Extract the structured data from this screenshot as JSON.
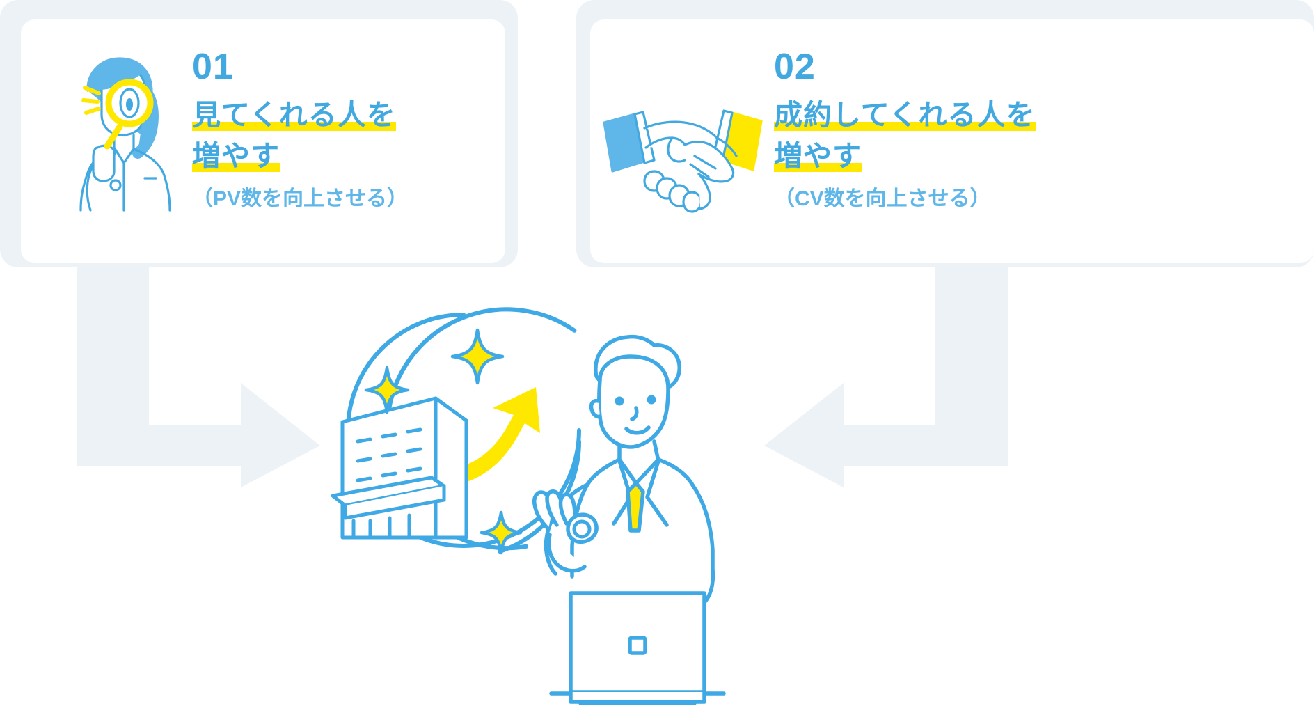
{
  "theme": {
    "blue": "#42a8e0",
    "blue_light": "#5fb6e8",
    "yellow": "#ffe800",
    "panel_gray": "#edf2f6",
    "white": "#ffffff"
  },
  "cards": [
    {
      "number": "01",
      "icon": "woman-with-magnifying-glass-icon",
      "headline_lines": [
        "見てくれる人を",
        "増やす"
      ],
      "sub": "（PV数を向上させる）"
    },
    {
      "number": "02",
      "icon": "handshake-icon",
      "headline_lines": [
        "成約してくれる人を",
        "増やす"
      ],
      "sub": "（CV数を向上させる）"
    }
  ],
  "arrows": [
    {
      "name": "arrow-left-to-center",
      "direction": "down-then-right"
    },
    {
      "name": "arrow-right-to-center",
      "direction": "down-then-left"
    }
  ],
  "center": {
    "icon": "business-growth-illustration",
    "elements": [
      "circle-outline",
      "office-building-icon",
      "growth-arrow-icon",
      "sparkle-icon",
      "sparkle-icon",
      "sparkle-icon",
      "businessman-ok-gesture-icon",
      "laptop-icon"
    ]
  }
}
